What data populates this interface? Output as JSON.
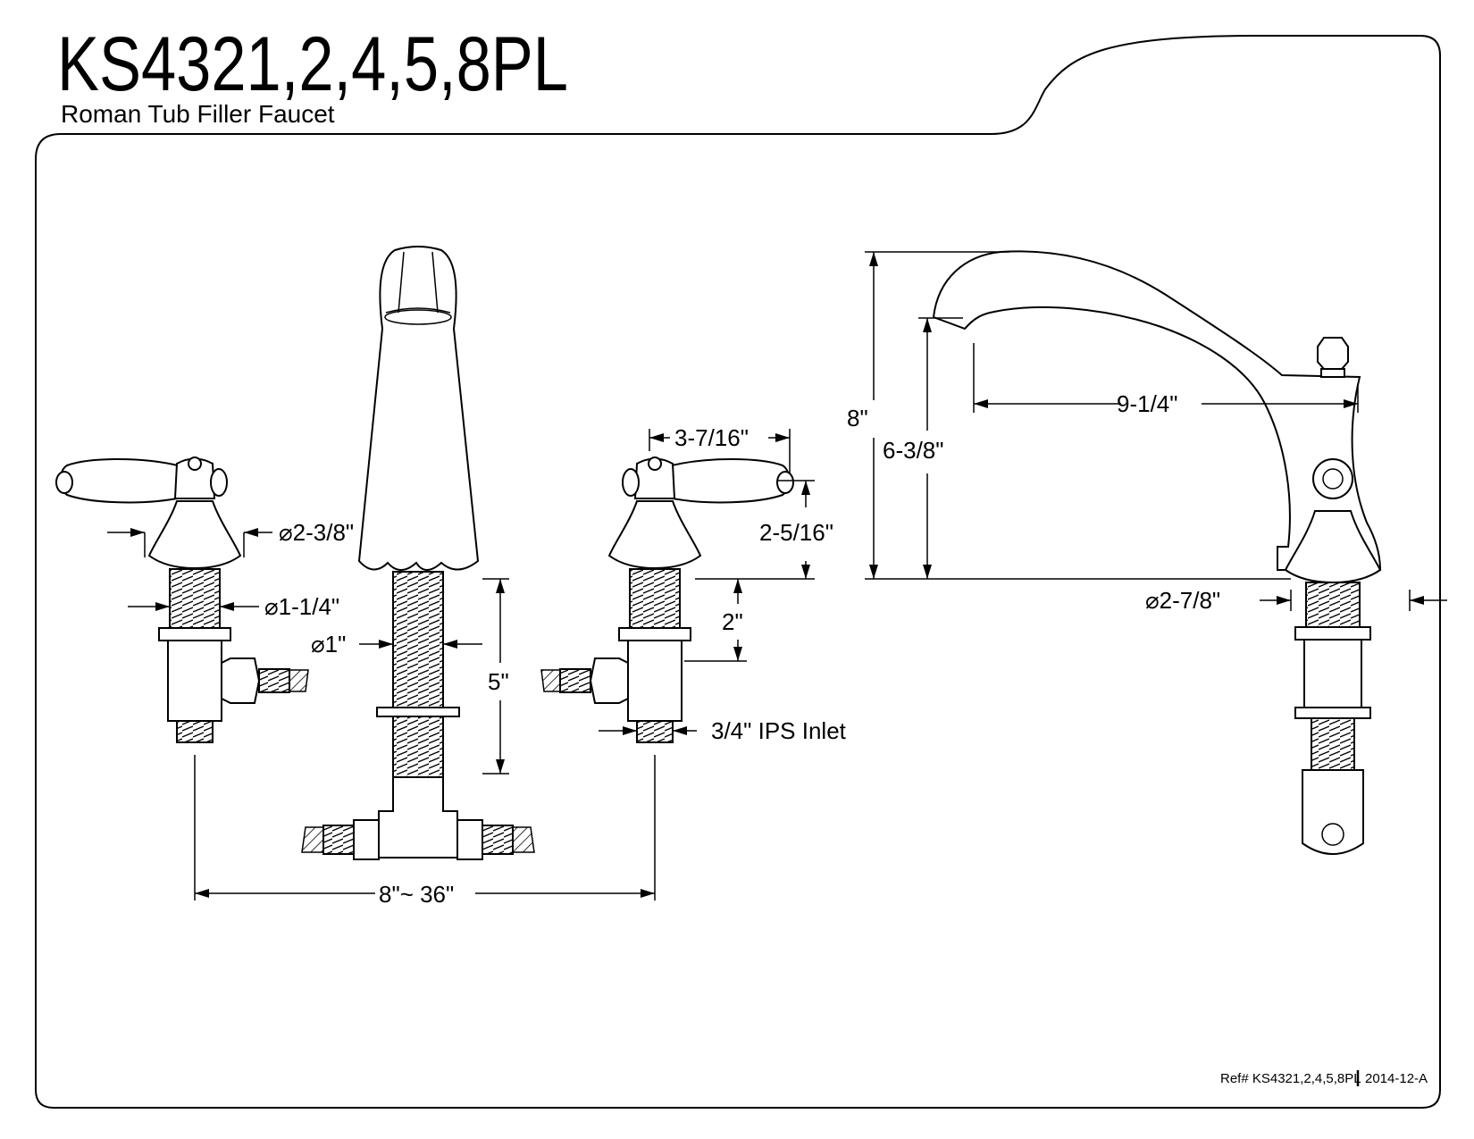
{
  "header": {
    "model": "KS4321,2,4,5,8PL",
    "subtitle": "Roman Tub Filler Faucet"
  },
  "dimensions": {
    "handle_flange_dia": "⌀2-3/8\"",
    "handle_shank_dia": "⌀1-1/4\"",
    "spout_shank_dia": "⌀1\"",
    "spout_shank_len": "5\"",
    "handle_spread": "3-7/16\"",
    "handle_height": "2-5/16\"",
    "handle_shank_len": "2\"",
    "inlet": "3/4\" IPS Inlet",
    "center_spread": "8\"~ 36\"",
    "total_height": "8\"",
    "spout_clearance": "6-3/8\"",
    "spout_reach": "9-1/4\"",
    "spout_base_dia": "⌀2-7/8\""
  },
  "footer": {
    "reference": "Ref# KS4321,2,4,5,8PL",
    "revision": "2014-12-A"
  }
}
